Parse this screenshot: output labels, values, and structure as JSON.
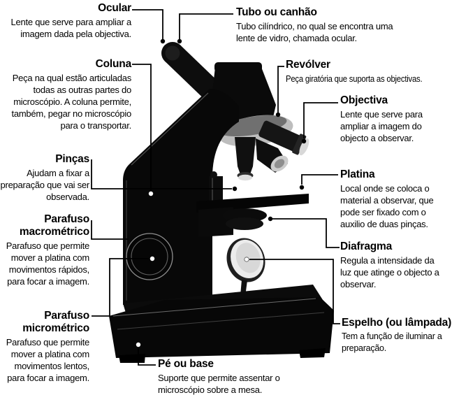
{
  "figure": {
    "background_color": "#ffffff",
    "ink_color": "#000000",
    "mirror_face_color": "#ececec",
    "revolver_highlight_color": "#bdbdbd"
  },
  "labels": {
    "ocular": {
      "term": "Ocular",
      "description": "Lente que serve para ampliar a imagem dada pela objectiva."
    },
    "tubo": {
      "term": "Tubo ou canhão",
      "description": "Tubo cilíndrico, no qual se encontra uma lente de vidro, chamada ocular."
    },
    "coluna": {
      "term": "Coluna",
      "description": "Peça na qual estão articuladas todas as outras partes do microscópio. A coluna permite, também, pegar no microscópio para o transportar."
    },
    "revolver": {
      "term": "Revólver",
      "description": "Peça giratória que suporta as objectivas."
    },
    "objectiva": {
      "term": "Objectiva",
      "description": "Lente que serve para ampliar a imagem do objecto a observar."
    },
    "pincas": {
      "term": "Pinças",
      "description": "Ajudam a fixar a preparação que vai ser observada."
    },
    "platina": {
      "term": "Platina",
      "description": "Local onde se coloca o material a observar, que pode ser fixado com o auxilio de duas pinças."
    },
    "macrometrico": {
      "term": "Parafuso macrométrico",
      "description": "Parafuso que permite mover a platina com movimentos rápidos, para focar a imagem."
    },
    "diafragma": {
      "term": "Diafragma",
      "description": "Regula a intensidade da luz que atinge o objecto a observar."
    },
    "micrometrico": {
      "term": "Parafuso micrométrico",
      "description": "Parafuso que permite mover a platina com movimentos lentos, para focar a imagem."
    },
    "espelho": {
      "term": "Espelho (ou lâmpada)",
      "description": "Tem a função de iluminar a preparação."
    },
    "pebase": {
      "term": "Pé ou base",
      "description": "Suporte que permite assentar o microscópio sobre a mesa."
    }
  }
}
